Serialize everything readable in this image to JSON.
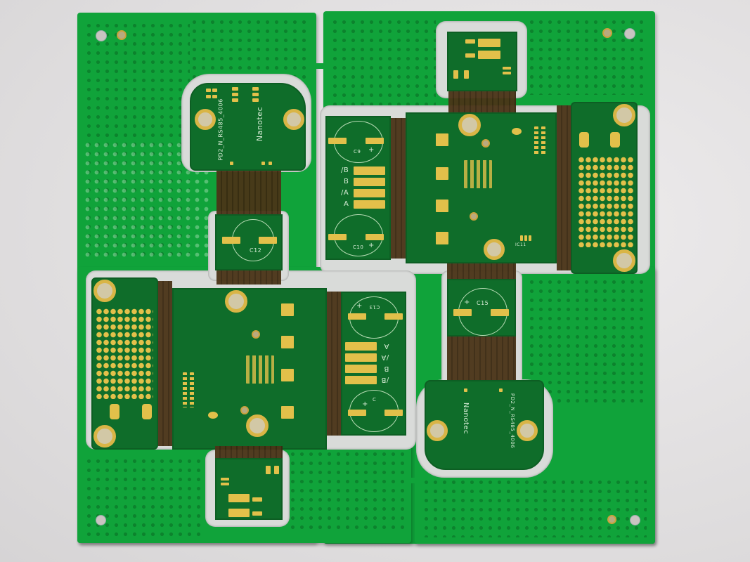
{
  "scene": {
    "description": "Photograph of a rigid-flex PCB panel with green solder mask, ENIG gold pads, and brown polyimide flex sections, lying on a white surface",
    "colors": {
      "background": "#e4e2e3",
      "solder_mask_panel": "#10a33a",
      "solder_mask_board": "#0f6d2a",
      "gold_pads": "#e2c04a",
      "flex_polyimide": "#4a3417",
      "silkscreen": "#d6ecd5"
    }
  },
  "silkscreen": {
    "brand_top": "Nanotec",
    "part_top": "PD2_N_RS485_4006",
    "brand_bottom": "Nanotec",
    "part_bottom": "PD2_N_RS485_4006",
    "connector_left_labels": [
      "/B",
      "B",
      "/A",
      "A"
    ],
    "connector_right_labels": [
      "A",
      "/A",
      "B",
      "/B"
    ],
    "cap_c9": "C9",
    "cap_c10": "C10",
    "cap_c12": "C12",
    "cap_c13": "C13",
    "cap_c15": "C15",
    "cap_c14": "C",
    "ic_label": "IC11",
    "polarity_plus": "+"
  }
}
